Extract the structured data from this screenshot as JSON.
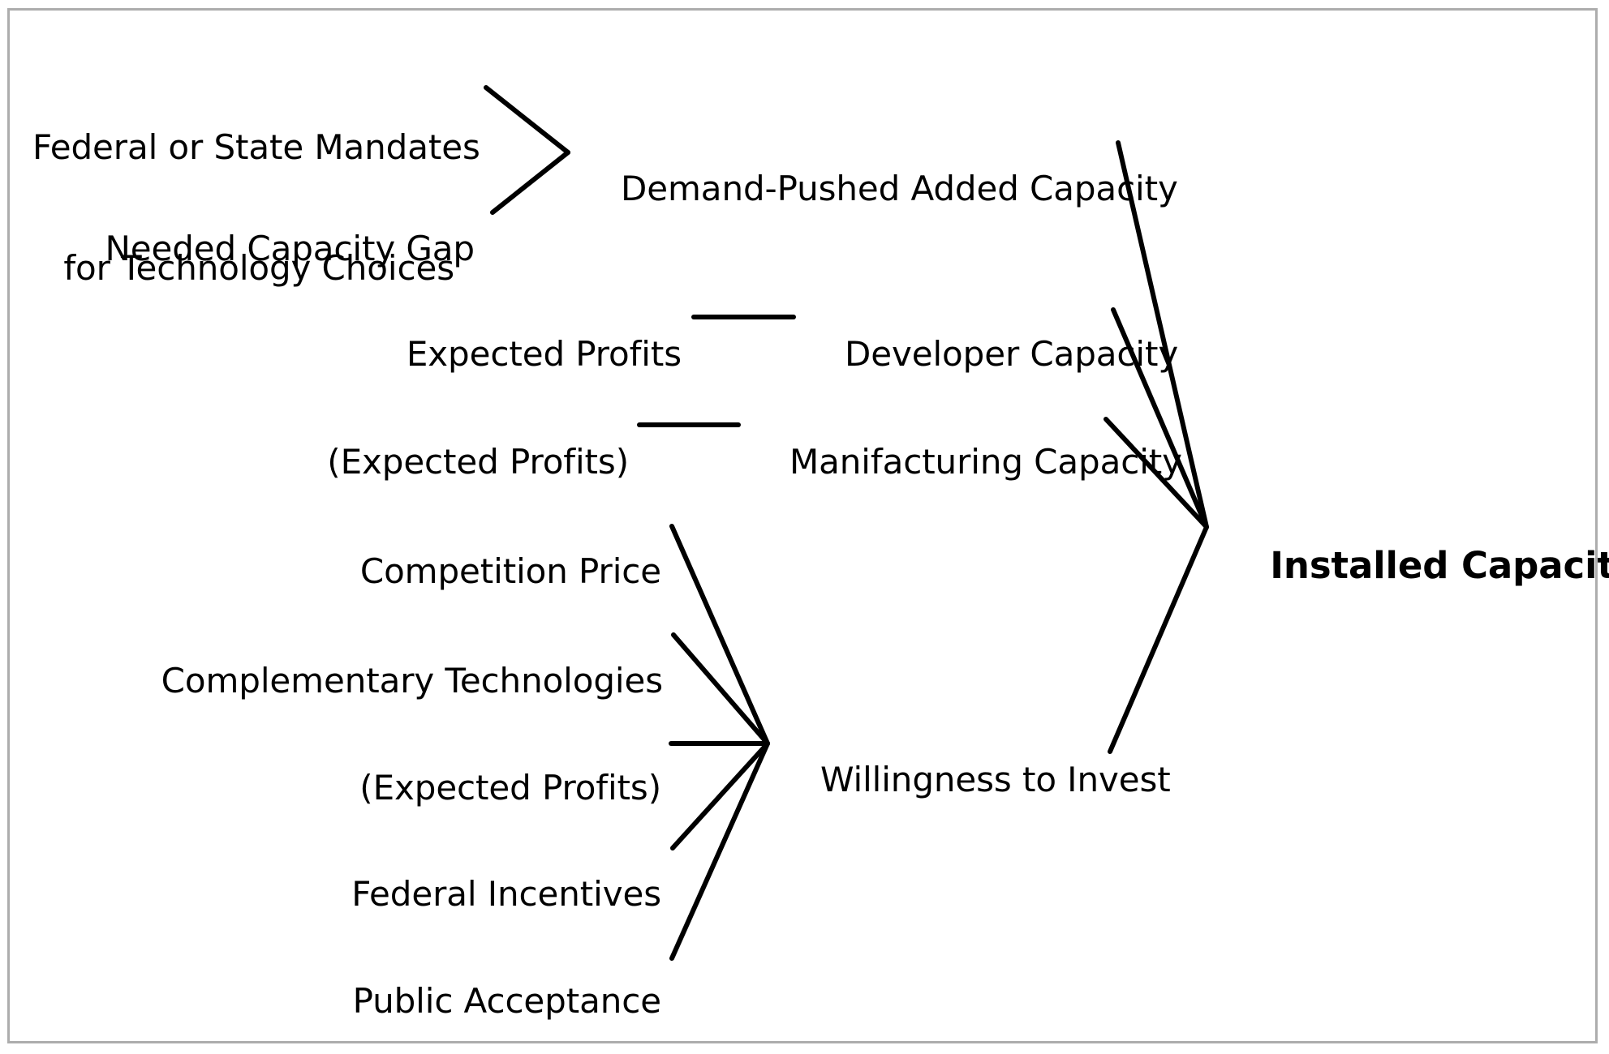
{
  "figure": {
    "type": "influence-diagram",
    "title_node": "Installed Capacity",
    "border_color": "#adadad",
    "background_color": "#ffffff",
    "edge_color": "#000000",
    "text_color": "#000000"
  },
  "nodes": {
    "federal_state_mandates": {
      "line1": "Federal or State Mandates",
      "line2": "for Technology Choices"
    },
    "needed_capacity_gap": {
      "label": "Needed Capacity Gap"
    },
    "demand_pushed_added_capacity": {
      "label": "Demand-Pushed Added Capacity"
    },
    "expected_profits_dev": {
      "label": "Expected Profits"
    },
    "developer_capacity": {
      "label": "Developer Capacity"
    },
    "expected_profits_mfg": {
      "label": "(Expected Profits)"
    },
    "manifacturing_capacity": {
      "label": "Manifacturing Capacity"
    },
    "competition_price": {
      "label": "Competition Price"
    },
    "complementary_technologies": {
      "label": "Complementary Technologies"
    },
    "expected_profits_invest": {
      "label": "(Expected Profits)"
    },
    "federal_incentives": {
      "label": "Federal Incentives"
    },
    "public_acceptance": {
      "label": "Public Acceptance"
    },
    "willingness_to_invest": {
      "label": "Willingness to Invest"
    },
    "installed_capacity": {
      "label": "Installed Capacity"
    }
  },
  "edges": [
    {
      "from": "federal_state_mandates",
      "to": "demand_pushed_added_capacity"
    },
    {
      "from": "needed_capacity_gap",
      "to": "demand_pushed_added_capacity"
    },
    {
      "from": "expected_profits_dev",
      "to": "developer_capacity"
    },
    {
      "from": "expected_profits_mfg",
      "to": "manifacturing_capacity"
    },
    {
      "from": "competition_price",
      "to": "willingness_to_invest"
    },
    {
      "from": "complementary_technologies",
      "to": "willingness_to_invest"
    },
    {
      "from": "expected_profits_invest",
      "to": "willingness_to_invest"
    },
    {
      "from": "federal_incentives",
      "to": "willingness_to_invest"
    },
    {
      "from": "public_acceptance",
      "to": "willingness_to_invest"
    },
    {
      "from": "demand_pushed_added_capacity",
      "to": "installed_capacity"
    },
    {
      "from": "developer_capacity",
      "to": "installed_capacity"
    },
    {
      "from": "manifacturing_capacity",
      "to": "installed_capacity"
    },
    {
      "from": "willingness_to_invest",
      "to": "installed_capacity"
    }
  ]
}
